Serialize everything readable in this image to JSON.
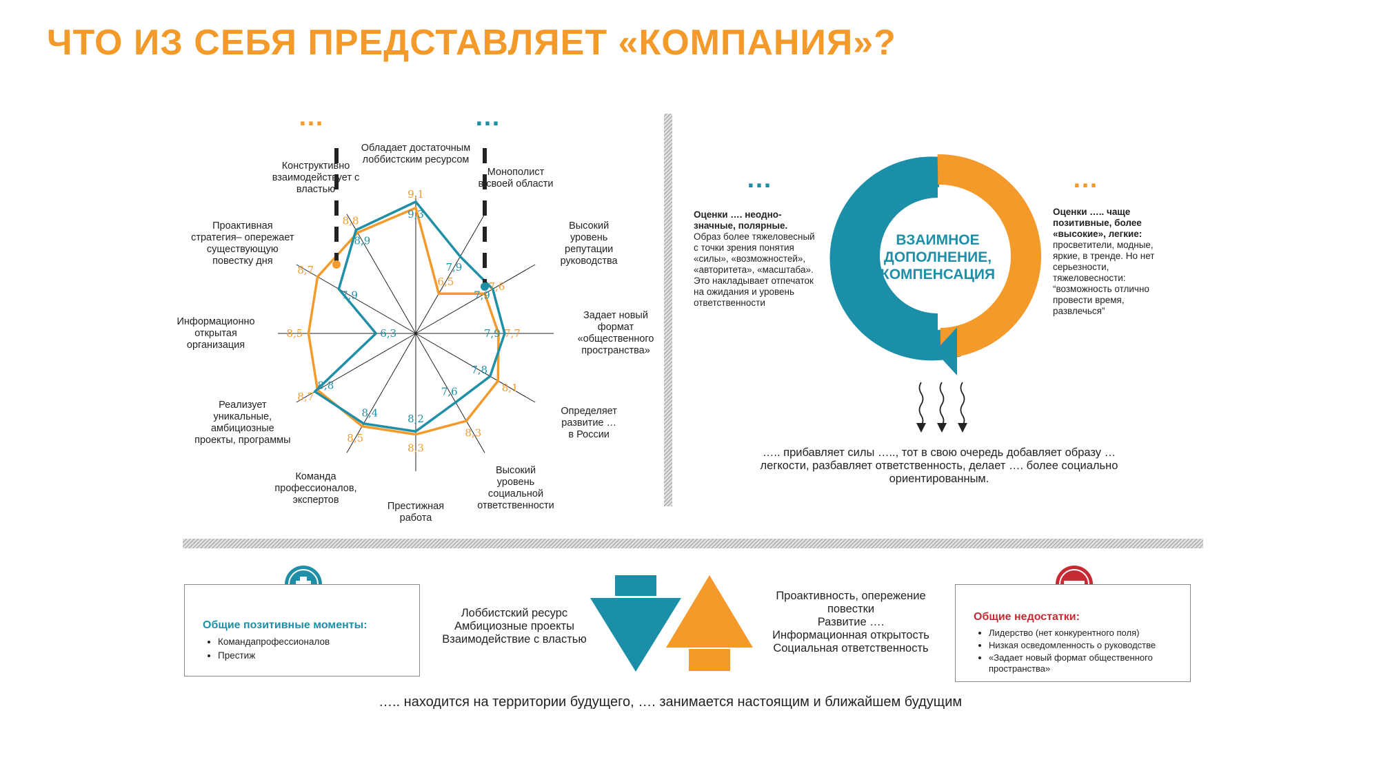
{
  "title": "ЧТО ИЗ СЕБЯ ПРЕДСТАВЛЯЕТ «КОМПАНИЯ»?",
  "colors": {
    "orange": "#f39a2a",
    "teal": "#1e8fa6",
    "red": "#c62a32"
  },
  "radar": {
    "dots_orange": "…",
    "dots_teal": "…",
    "axis_labels": [
      "Обладает достаточным\nлоббистским ресурсом",
      "Монополист\nв своей области",
      "Высокий\nуровень\nрепутации\nруководства",
      "Задает новый\nформат\n«общественного\nпространства»",
      "Определяет\nразвитие …\nв России",
      "Высокий\nуровень\nсоциальной\nответственности",
      "Престижная\nработа",
      "Команда\nпрофессионалов,\nэкспертов",
      "Реализует\nуникальные,\nамбициозные\nпроекты, программы",
      "Информационно\nоткрытая\nорганизация",
      "Проактивная\nстратегия– опережает\nсуществующую\nповестку дня",
      "Конструктивно\nвзаимодействует с\nвластью"
    ]
  },
  "chart_data": {
    "type": "radar",
    "categories": [
      "Обладает достаточным лоббистским ресурсом",
      "Монополист в своей области",
      "Высокий уровень репутации руководства",
      "Задает новый формат «общественного пространства»",
      "Определяет развитие … в России",
      "Высокий уровень социальной ответственности",
      "Престижная работа",
      "Команда профессионалов, экспертов",
      "Реализует уникальные, амбициозные проекты, программы",
      "Информационно открытая организация",
      "Проактивная стратегия– опережает существующую повестку дня",
      "Конструктивно взаимодействует с властью"
    ],
    "series": [
      {
        "color": "#f39a2a",
        "values": [
          9.1,
          6.5,
          7.6,
          7.7,
          8.1,
          8.3,
          8.3,
          8.5,
          8.7,
          8.5,
          8.7,
          8.8
        ],
        "labels": [
          "9,1",
          "6,5",
          "7,6",
          "7,7",
          "8,1",
          "8,3",
          "8,3",
          "8,5",
          "8,7",
          "8,5",
          "8,7",
          "8,8"
        ]
      },
      {
        "color": "#1e8fa6",
        "values": [
          9.3,
          7.9,
          7.9,
          7.9,
          7.8,
          7.6,
          8.2,
          8.4,
          8.8,
          6.3,
          7.9,
          8.9
        ],
        "labels": [
          "9,3",
          "7,9",
          "7,9",
          "7,9",
          "7,8",
          "7,6",
          "8,2",
          "8,4",
          "8,8",
          "6,3",
          "7,9",
          "8,9"
        ]
      }
    ],
    "rlim": [
      5,
      9.5
    ]
  },
  "right_panel": {
    "dots_left": "…",
    "dots_right": "…",
    "left_bold": "Оценки …. неодно-\nзначные, полярные.",
    "left_text": "Образ более тяжеловесный\nс точки зрения понятия\n«силы», «возможностей»,\n«авторитета», «масштаба».\nЭто накладывает отпечаток\nна ожидания и уровень\nответственности",
    "ring_text": "ВЗАИМНОЕ\nДОПОЛНЕНИЕ,\nКОМПЕНСАЦИЯ",
    "right_bold": "Оценки ….. чаще\nпозитивные, более\n«высокие», легкие:",
    "right_text": "просветители, модные,\nяркие, в тренде. Но нет\nсерьезности,\nтяжеловесности:\n“возможность отлично\nпровести время,\nразвлечься”",
    "summary": "….. прибавляет силы ….., тот в свою очередь добавляет образу …\nлегкости, разбавляет ответственность, делает …. более социально\nориентированным."
  },
  "bottom": {
    "positive_title": "Общие позитивные моменты:",
    "positive_items": [
      "Командапрофессионалов",
      "Престиж"
    ],
    "negative_title": "Общие недостатки:",
    "negative_items": [
      "Лидерство (нет конкурентного поля)",
      "Низкая осведомленность о руководстве",
      "«Задает новый формат общественного\nпространства»"
    ],
    "teal_strengths": "Лоббистский ресурс\nАмбициозные проекты\nВзаимодействие с властью",
    "orange_strengths": "Проактивность, опережение\nповестки\nРазвитие ….\nИнформационная открытость\nСоциальная ответственность",
    "footer": "….. находится на территории будущего, …. занимается настоящим и ближайшем будущим"
  }
}
